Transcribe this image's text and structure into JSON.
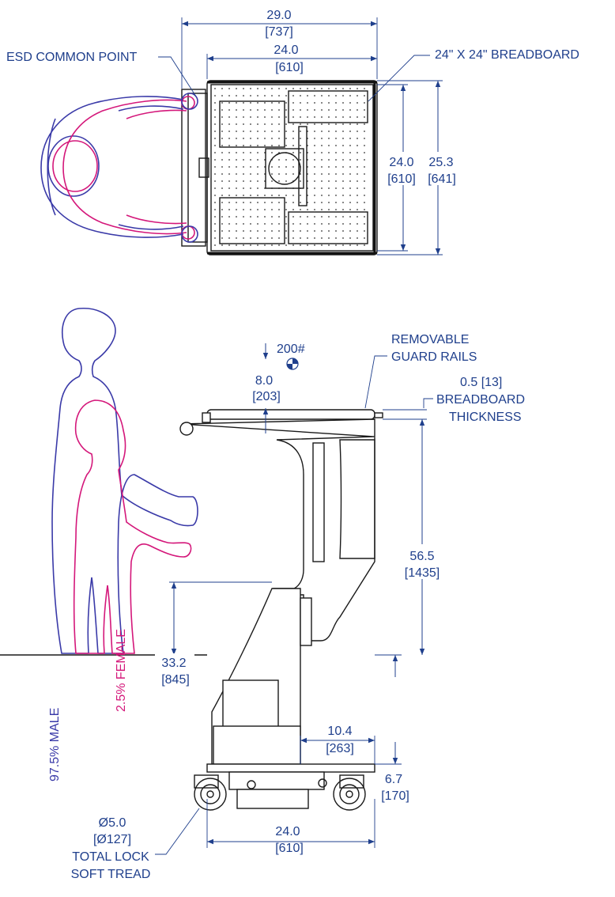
{
  "dimensions": {
    "overall_width": "29.0",
    "overall_width_mm": "[737]",
    "top_width": "24.0",
    "top_width_mm": "[610]",
    "board_depth": "24.0",
    "board_depth_mm": "[610]",
    "overall_depth": "25.3",
    "overall_depth_mm": "[641]",
    "load": "200#",
    "load_offset": "8.0",
    "load_offset_mm": "[203]",
    "thickness": "0.5 [13]",
    "height": "56.5",
    "height_mm": "[1435]",
    "knee_height": "33.2",
    "knee_height_mm": "[845]",
    "base_offset": "10.4",
    "base_offset_mm": "[263]",
    "base_height": "6.7",
    "base_height_mm": "[170]",
    "base_width": "24.0",
    "base_width_mm": "[610]",
    "caster": "Ø5.0",
    "caster_mm": "[Ø127]"
  },
  "labels": {
    "esd": "ESD COMMON POINT",
    "breadboard": "24\" X 24\" BREADBOARD",
    "guard_line1": "REMOVABLE",
    "guard_line2": "GUARD RAILS",
    "thickness_line1": "BREADBOARD",
    "thickness_line2": "THICKNESS",
    "caster_line1": "TOTAL LOCK",
    "caster_line2": "SOFT TREAD",
    "male": "97.5% MALE",
    "female": "2.5% FEMALE"
  },
  "colors": {
    "dimension": "#1f3f8c",
    "male": "#3a3aa8",
    "female": "#d4177a",
    "cart": "#1a1a1a"
  }
}
